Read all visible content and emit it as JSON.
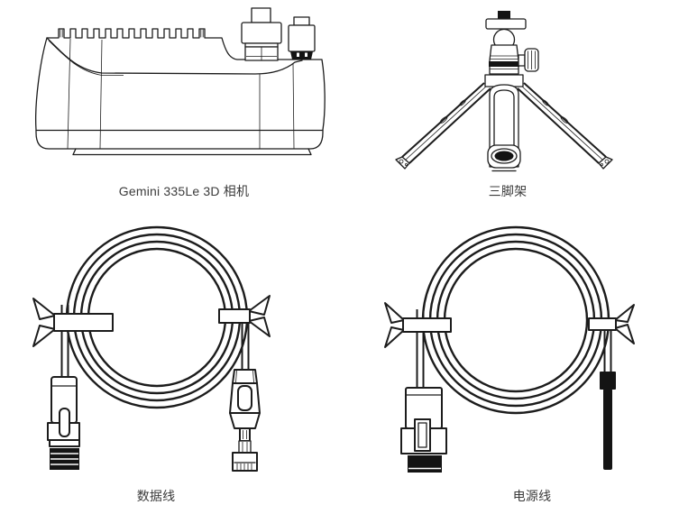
{
  "page": {
    "background": "#ffffff",
    "line_color": "#1c1c1c",
    "label_color": "#3b3b3b"
  },
  "figures": [
    {
      "id": "camera",
      "label": "Gemini 335Le 3D 相机",
      "illustration": "gemini-335le-3d-camera-line-art"
    },
    {
      "id": "tripod",
      "label": "三脚架",
      "illustration": "mini-tripod-ball-head-line-art"
    },
    {
      "id": "data_cable",
      "label": "数据线",
      "illustration": "coiled-data-cable-m12-to-rj45-line-art"
    },
    {
      "id": "power_cable",
      "label": "电源线",
      "illustration": "coiled-power-cable-m8-to-bare-lead-line-art"
    }
  ]
}
